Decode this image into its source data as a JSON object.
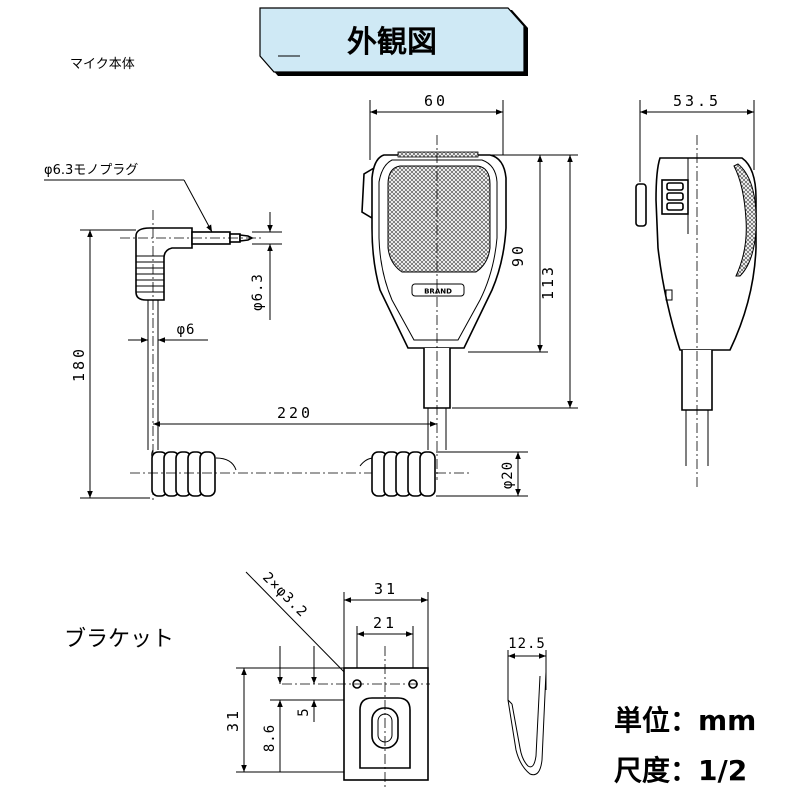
{
  "title": "外観図",
  "mic_body_label": "マイク本体",
  "plug_label": "φ6.3モノプラグ",
  "bracket_label": "ブラケット",
  "brand_badge": "BRAND",
  "unit": "単位：mm",
  "scale": "尺度：1/2",
  "dims": {
    "width_60": "60",
    "depth_53_5": "53.5",
    "h_90": "90",
    "h_113": "113",
    "plug_phi": "φ6.3",
    "cord_phi": "φ6",
    "len_180": "180",
    "len_220": "220",
    "coil_phi": "φ20",
    "br_31w": "31",
    "br_21": "21",
    "br_holes": "2×φ3.2",
    "br_31h": "31",
    "br_8_6": "8.6",
    "br_5": "5",
    "br_12_5": "12.5"
  }
}
